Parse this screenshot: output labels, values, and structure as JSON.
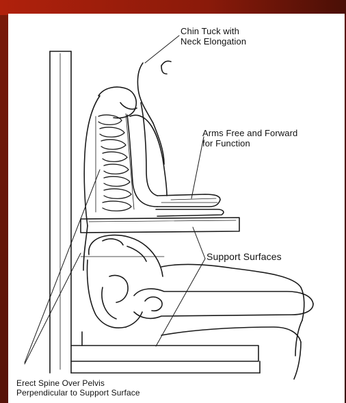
{
  "labels": {
    "chin_line1": "Chin Tuck with",
    "chin_line2": "Neck  Elongation",
    "arms_line1": "Arms Free and Forward",
    "arms_line2": "for Function",
    "support": "Support Surfaces",
    "spine_line1": "Erect Spine Over Pelvis",
    "spine_line2": "Perpendicular to Support Surface"
  },
  "colors": {
    "slide_background": "#5a1208",
    "paper": "#ffffff",
    "ink": "#111111"
  }
}
